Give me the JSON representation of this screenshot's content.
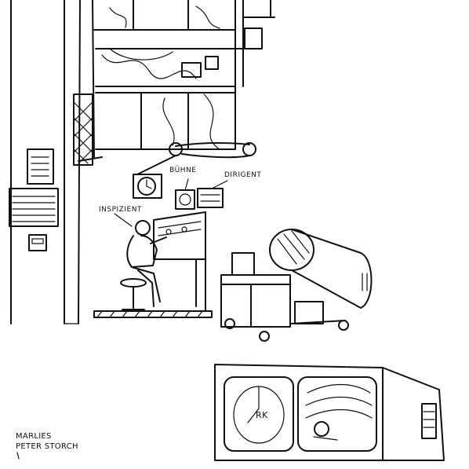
{
  "labels": {
    "buehne": "BÜHNE",
    "dirigent": "DIRIGENT",
    "inspizient": "INSPIZIENT",
    "monitor_mark": "RK"
  },
  "signature": {
    "line1": "MARLIES",
    "line2": "PETER STORCH"
  }
}
